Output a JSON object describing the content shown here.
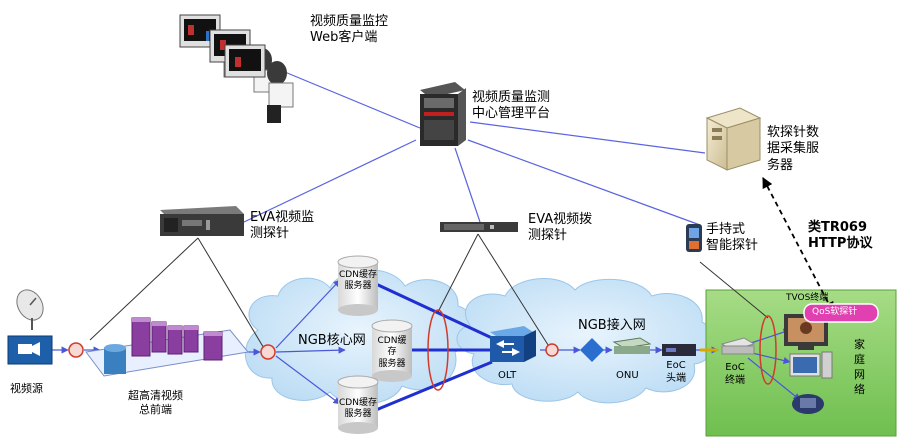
{
  "colors": {
    "cloud": "#cfe6f7",
    "home_bg": "#8fd06f",
    "link_blue": "#5b64e0",
    "trunk_blue": "#1f2fd0",
    "monitor_red": "#d23a2a",
    "qos_pink": "#e040b0"
  },
  "labels": {
    "web_client": [
      "视频质量监控",
      "Web客户端"
    ],
    "platform": [
      "视频质量监测",
      "中心管理平台"
    ],
    "soft_probe_server": [
      "软探针数",
      "据采集服",
      "务器"
    ],
    "eva_monitor": [
      "EVA视频监",
      "测探针"
    ],
    "eva_dial": [
      "EVA视频拨",
      "测探针"
    ],
    "handheld": [
      "手持式",
      "智能探针"
    ],
    "protocol": [
      "类TR069",
      "HTTP协议"
    ],
    "video_source": "视频源",
    "headend": [
      "超高清视频",
      "总前端"
    ],
    "ngb_core": "NGB核心网",
    "ngb_access": "NGB接入网",
    "cdn1": [
      "CDN缓存",
      "服务器"
    ],
    "cdn2": [
      "CDN缓",
      "存",
      "服务器"
    ],
    "cdn3": [
      "CDN缓存",
      "服务器"
    ],
    "olt": "OLT",
    "onu": "ONU",
    "eoc_head": [
      "EoC",
      "头端"
    ],
    "eoc_terminal": [
      "EoC",
      "终端"
    ],
    "tvos_terminal": "TVOS终端",
    "qos_probe": "QoS软探针",
    "home_network": [
      "家",
      "庭",
      "网",
      "络"
    ]
  },
  "icons": [
    "operator-workstations-icon",
    "server-tower-icon",
    "file-server-icon",
    "rack-probe-icon",
    "slim-probe-icon",
    "handheld-probe-icon",
    "satellite-dish-icon",
    "camera-encoder-icon",
    "headend-servers-icon",
    "cdn-cylinder-icon",
    "olt-switch-icon",
    "onu-router-icon",
    "eoc-head-icon",
    "eoc-modem-icon",
    "tv-icon",
    "pc-icon",
    "phone-icon"
  ]
}
